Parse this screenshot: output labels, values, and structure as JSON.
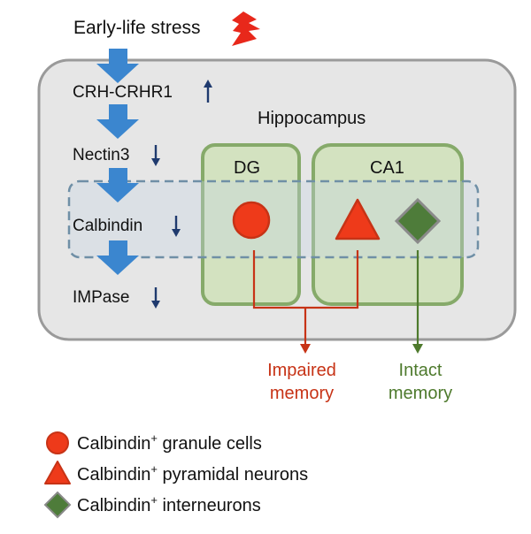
{
  "title": "Early-life stress",
  "region_label": "Hippocampus",
  "regions": {
    "dg": "DG",
    "ca1": "CA1"
  },
  "pathway": [
    {
      "label": "CRH-CRHR1",
      "trend": "up"
    },
    {
      "label": "Nectin3",
      "trend": "down"
    },
    {
      "label": "Calbindin",
      "trend": "down"
    },
    {
      "label": "IMPase",
      "trend": "down"
    }
  ],
  "outcomes": {
    "impaired": {
      "line1": "Impaired",
      "line2": "memory"
    },
    "intact": {
      "line1": "Intact",
      "line2": "memory"
    }
  },
  "legend": [
    {
      "shape": "circle",
      "name": "Calbindin",
      "sup": "+",
      "desc": " granule cells"
    },
    {
      "shape": "triangle",
      "name": "Calbindin",
      "sup": "+",
      "desc": " pyramidal neurons"
    },
    {
      "shape": "diamond",
      "name": "Calbindin",
      "sup": "+",
      "desc": " interneurons"
    }
  ],
  "colors": {
    "arrow_blue": "#3b86cf",
    "trend_arrow": "#1f3a6e",
    "box_bg": "#e6e6e6",
    "box_border": "#9a9a9a",
    "region_fill": "#cfe0b8",
    "region_border": "#86aa6a",
    "dash_box": "#6f8fa6",
    "red": "#ee3a1a",
    "red_dark": "#c73316",
    "green_shape": "#4e7c3a",
    "green_line": "#4e7a2d",
    "lightning": "#e8281b"
  },
  "icons": {
    "stress": "lightning-icon",
    "up": "arrow-up-icon",
    "down": "arrow-down-icon"
  }
}
